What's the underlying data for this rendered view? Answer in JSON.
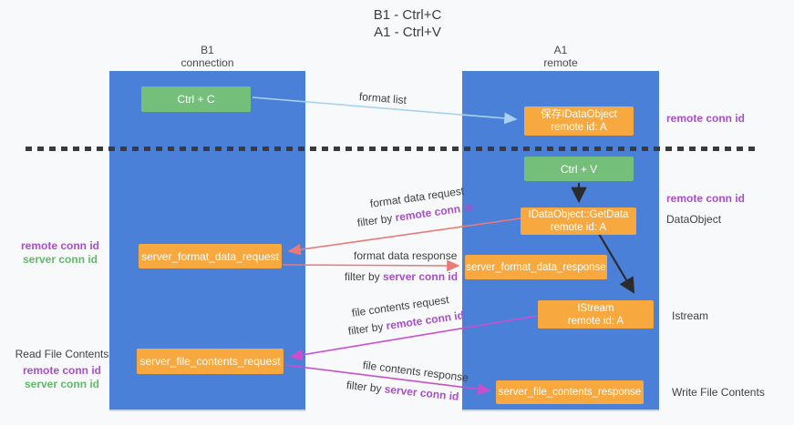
{
  "title": {
    "line1": "B1 - Ctrl+C",
    "line2": "A1 - Ctrl+V"
  },
  "lanes": {
    "left": {
      "name": "B1",
      "subtitle": "connection"
    },
    "right": {
      "name": "A1",
      "subtitle": "remote"
    }
  },
  "nodes": {
    "ctrl_c": {
      "label": "Ctrl + C"
    },
    "save_dataobject": {
      "line1": "保存IDataObject",
      "line2": "remote id: A"
    },
    "ctrl_v": {
      "label": "Ctrl + V"
    },
    "getdata": {
      "line1": "IDataObject::GetData",
      "line2": "remote id: A"
    },
    "format_request": {
      "label": "server_format_data_request"
    },
    "format_response": {
      "label": "server_format_data_response"
    },
    "istream": {
      "line1": "IStream",
      "line2": "remote id: A"
    },
    "file_request": {
      "label": "server_file_contents_request"
    },
    "file_response": {
      "label": "server_file_contents_response"
    }
  },
  "annotations": {
    "left_mid": {
      "remote": "remote conn id",
      "server": "server conn id"
    },
    "left_bottom": {
      "title": "Read File Contents",
      "remote": "remote conn id",
      "server": "server conn id"
    },
    "right": {
      "remote_top": "remote conn id",
      "remote_mid": "remote conn id",
      "dataobject": "DataObject",
      "istream": "Istream",
      "write_file": "Write File Contents"
    }
  },
  "flow_labels": {
    "format_list": "format list",
    "format_request": {
      "text": "format data request",
      "filter_prefix": "filter by ",
      "filter_key": "remote conn id"
    },
    "format_response": {
      "text": "format data response",
      "filter_prefix": "filter by ",
      "filter_key": "server conn id"
    },
    "file_request": {
      "text": "file contents request",
      "filter_prefix": "filter by ",
      "filter_key": "remote conn id"
    },
    "file_response": {
      "text": "file contents response",
      "filter_prefix": "filter by ",
      "filter_key": "server conn id"
    }
  },
  "colors": {
    "lane_blue": "#4b80d8",
    "box_green": "#74c07a",
    "box_orange": "#f7a940",
    "arrow_lightblue": "#a9d2f0",
    "arrow_salmon": "#e87a78",
    "arrow_magenta": "#cb4ecb",
    "arrow_black": "#2b2b2b",
    "label_purple": "#a84fc9",
    "label_green": "#5fba68",
    "background": "#f8f9fa"
  }
}
